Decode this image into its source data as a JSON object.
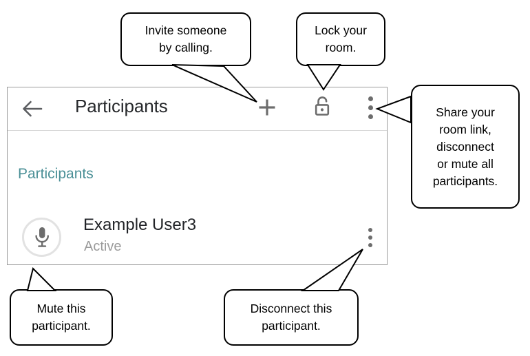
{
  "panel": {
    "header": {
      "back_icon": "back-arrow-icon",
      "title": "Participants",
      "add_icon": "plus-icon",
      "lock_icon": "unlocked-padlock-icon",
      "menu_icon": "kebab-menu-icon"
    },
    "section_label": "Participants",
    "participants": [
      {
        "avatar_icon": "microphone-icon",
        "name": "Example User3",
        "status": "Active",
        "menu_icon": "kebab-menu-icon"
      }
    ]
  },
  "callouts": [
    {
      "id": "invite",
      "text": "Invite someone\nby calling."
    },
    {
      "id": "lock",
      "text": "Lock your\nroom."
    },
    {
      "id": "share",
      "text": "Share your\nroom link,\ndisconnect\nor mute all\nparticipants."
    },
    {
      "id": "mute",
      "text": "Mute this\nparticipant."
    },
    {
      "id": "disconnect",
      "text": "Disconnect this\nparticipant."
    }
  ],
  "colors": {
    "section_label": "#4a8f96",
    "icon_gray": "#6d6d6d",
    "name_text": "#222428",
    "status_text": "#9b9b9b",
    "panel_border": "#9a9a9a",
    "callout_border": "#000000",
    "avatar_ring": "#e2e2e2"
  }
}
